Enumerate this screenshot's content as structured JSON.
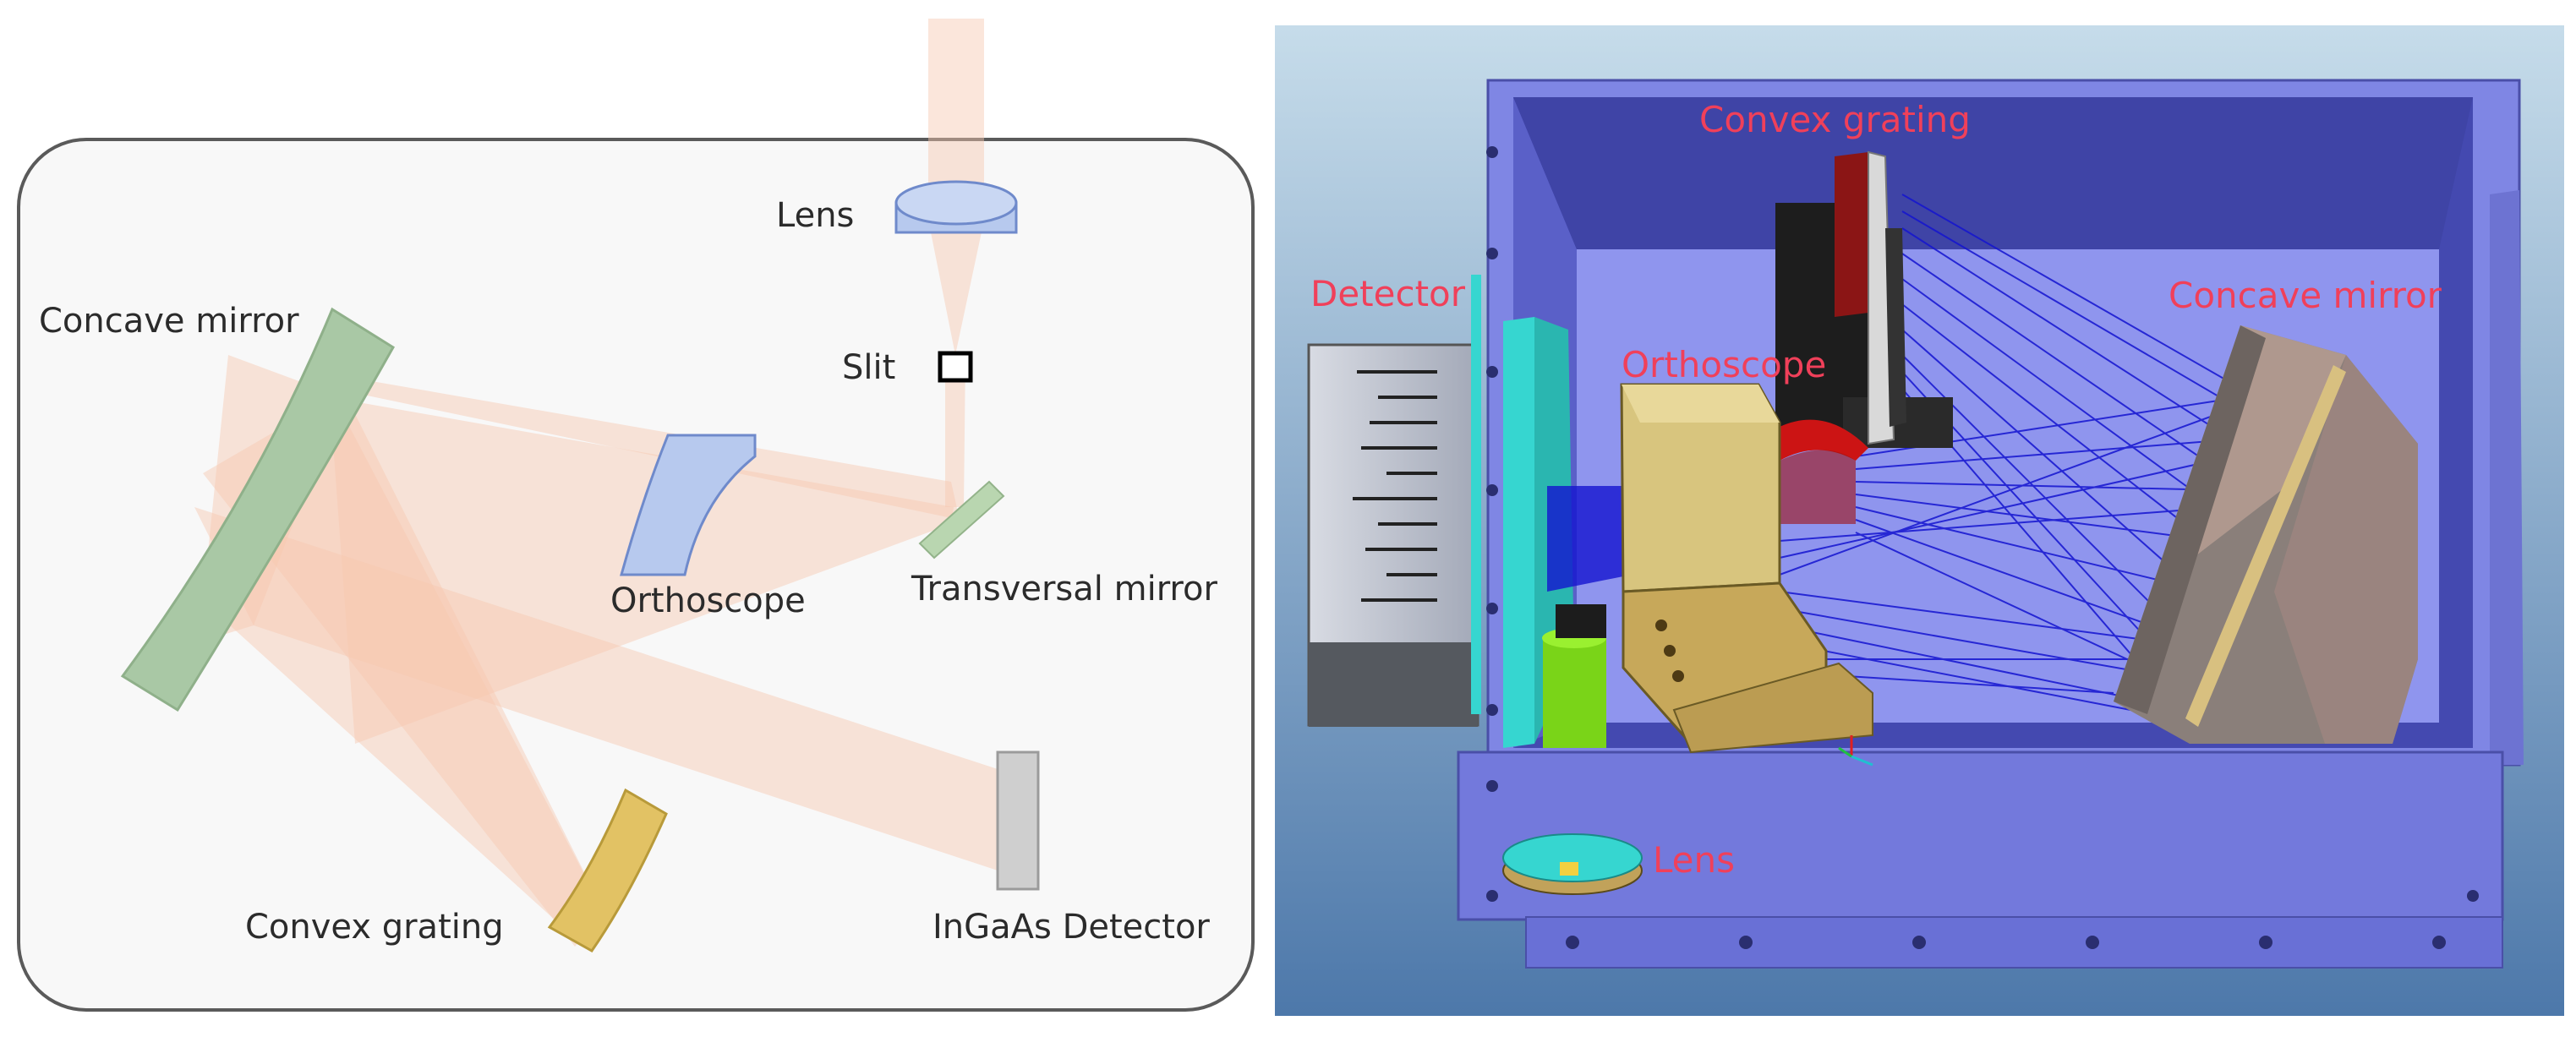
{
  "schematic": {
    "labels": {
      "lens": "Lens",
      "slit": "Slit",
      "concave_mirror": "Concave mirror",
      "orthoscope": "Orthoscope",
      "transversal_mirror": "Transversal mirror",
      "convex_grating": "Convex grating",
      "detector": "InGaAs Detector"
    },
    "colors": {
      "beam": "#f6c8b0",
      "concave_mirror": "#a9c8a5",
      "orthoscope": "#b7c9ee",
      "lens": "#b7c9ee",
      "transversal_mirror": "#b9d6b0",
      "convex_grating": "#e2c264",
      "detector": "#cfcfcf"
    }
  },
  "model": {
    "labels": {
      "convex_grating": "Convex grating",
      "detector": "Detector",
      "orthoscope": "Orthoscope",
      "concave_mirror": "Concave mirror",
      "lens": "Lens"
    },
    "colors": {
      "housing": "#7f86e4",
      "rays": "#1414d0",
      "label": "#f0405a",
      "detector_board": "#36d6d0"
    }
  }
}
